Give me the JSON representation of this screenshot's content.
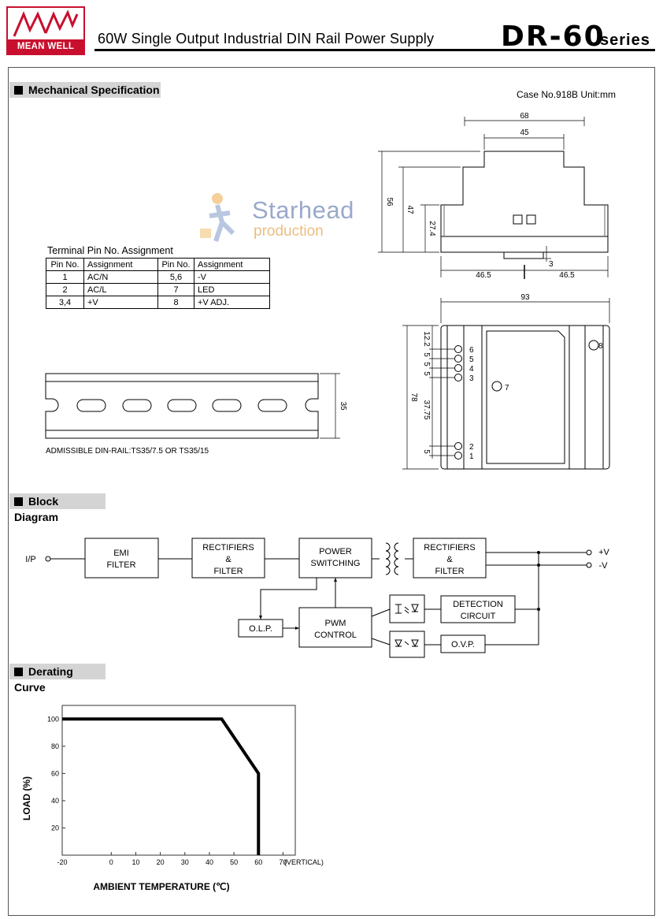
{
  "header": {
    "brand_mark": "MW",
    "brand": "MEAN WELL",
    "title": "60W Single Output Industrial DIN Rail Power Supply",
    "series_name": "DR-60",
    "series_suffix": "series"
  },
  "watermark": {
    "title": "Starhead",
    "subtitle": "production"
  },
  "mechanical": {
    "heading": "Mechanical Specification",
    "case_info": "Case No.918B   Unit:mm",
    "pin_title": "Terminal Pin No.  Assignment",
    "pin_headers": [
      "Pin No.",
      "Assignment",
      "Pin No.",
      "Assignment"
    ],
    "pin_rows": [
      [
        "1",
        "AC/N",
        "5,6",
        "-V"
      ],
      [
        "2",
        "AC/L",
        "7",
        "LED"
      ],
      [
        "3,4",
        "+V",
        "8",
        "+V ADJ."
      ]
    ],
    "rail_note": "ADMISSIBLE DIN-RAIL:TS35/7.5 OR TS35/15",
    "rail_dim": "35",
    "side_dims": {
      "w68": "68",
      "w45": "45",
      "h56": "56",
      "h47": "47",
      "h27": "27.4",
      "d3": "3",
      "l46": "46.5",
      "r46": "46.5"
    },
    "front_dims": {
      "w93": "93",
      "h78": "78",
      "d12": "12.2",
      "d5a": "5",
      "d5b": "5",
      "d5c": "5",
      "d37": "37.75",
      "d5d": "5"
    },
    "front_pins": [
      "6",
      "5",
      "4",
      "3",
      "2",
      "1",
      "7",
      "8"
    ]
  },
  "block": {
    "heading": "Block Diagram",
    "input_label": "I/P",
    "emi": [
      "EMI",
      "FILTER"
    ],
    "rect1": [
      "RECTIFIERS",
      "&",
      "FILTER"
    ],
    "power": [
      "POWER",
      "SWITCHING"
    ],
    "rect2": [
      "RECTIFIERS",
      "&",
      "FILTER"
    ],
    "out_pos": "+V",
    "out_neg": "-V",
    "detection": [
      "DETECTION",
      "CIRCUIT"
    ],
    "pwm": [
      "PWM",
      "CONTROL"
    ],
    "olp": "O.L.P.",
    "ovp": "O.V.P."
  },
  "derating": {
    "heading": "Derating Curve",
    "chart_data": {
      "type": "line",
      "xlabel": "AMBIENT TEMPERATURE (℃)",
      "ylabel": "LOAD (%)",
      "x_ticks": [
        "-20",
        "0",
        "10",
        "20",
        "30",
        "40",
        "50",
        "60",
        "70"
      ],
      "x_tick_values": [
        -20,
        0,
        10,
        20,
        30,
        40,
        50,
        60,
        70
      ],
      "x_extra_label": "(VERTICAL)",
      "y_ticks": [
        "20",
        "40",
        "60",
        "80",
        "100"
      ],
      "y_tick_values": [
        20,
        40,
        60,
        80,
        100
      ],
      "xlim": [
        -20,
        75
      ],
      "ylim": [
        0,
        110
      ],
      "series": [
        {
          "x": [
            -20,
            45,
            60,
            60
          ],
          "y": [
            100,
            100,
            60,
            0
          ]
        }
      ]
    }
  }
}
